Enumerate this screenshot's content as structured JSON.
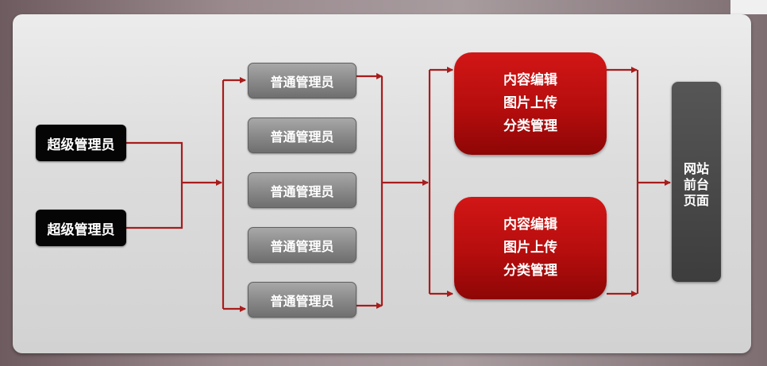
{
  "diagram": {
    "super_admins": [
      "超级管理员",
      "超级管理员"
    ],
    "normal_admins": [
      "普通管理员",
      "普通管理员",
      "普通管理员",
      "普通管理员",
      "普通管理员"
    ],
    "permission_boxes": [
      {
        "line1": "内容编辑",
        "line2": "图片上传",
        "line3": "分类管理"
      },
      {
        "line1": "内容编辑",
        "line2": "图片上传",
        "line3": "分类管理"
      }
    ],
    "site": {
      "line1": "网站",
      "line2": "前台",
      "line3": "页面"
    },
    "colors": {
      "connector": "#a81c1c",
      "super": "#050505",
      "normal": "#8a8a8a",
      "permission": "#b50d0d",
      "site": "#4a4a4a"
    }
  }
}
